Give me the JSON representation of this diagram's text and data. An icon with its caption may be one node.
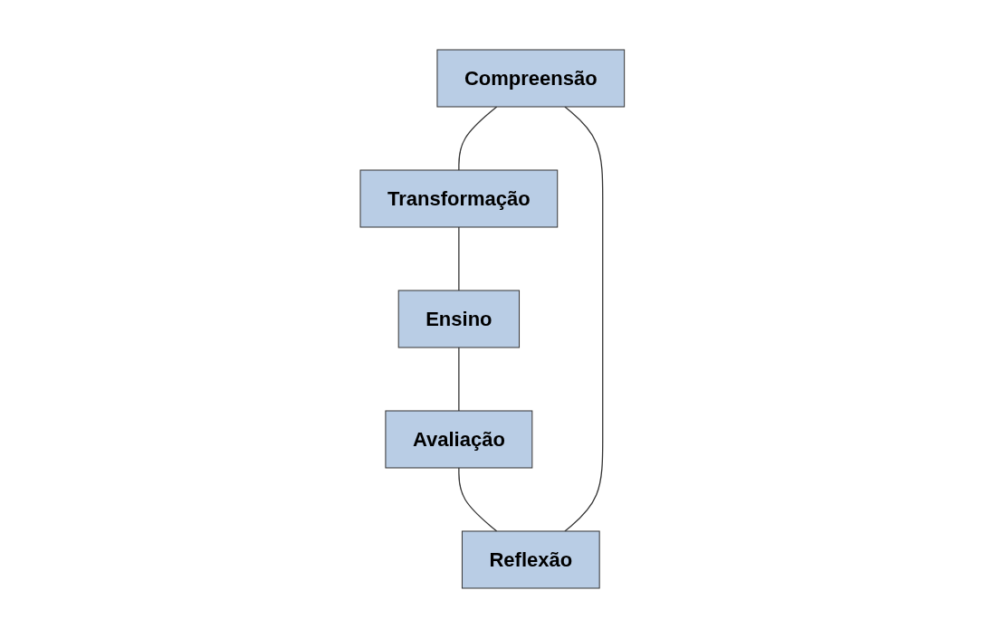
{
  "diagram": {
    "nodes": [
      {
        "text": [
          "Compreensão"
        ]
      },
      {
        "text": [
          "Transformação"
        ]
      },
      {
        "text": [
          "Ensino"
        ]
      },
      {
        "text": [
          "Avaliação"
        ]
      },
      {
        "text": [
          "Reflexão"
        ]
      }
    ],
    "edges": [
      {
        "from": 0,
        "to": 1,
        "arrow": "none"
      },
      {
        "from": 1,
        "to": 2,
        "arrow": "none"
      },
      {
        "from": 2,
        "to": 3,
        "arrow": "none"
      },
      {
        "from": 3,
        "to": 4,
        "arrow": "none"
      },
      {
        "from": 4,
        "to": 0,
        "arrow": "none"
      }
    ]
  }
}
